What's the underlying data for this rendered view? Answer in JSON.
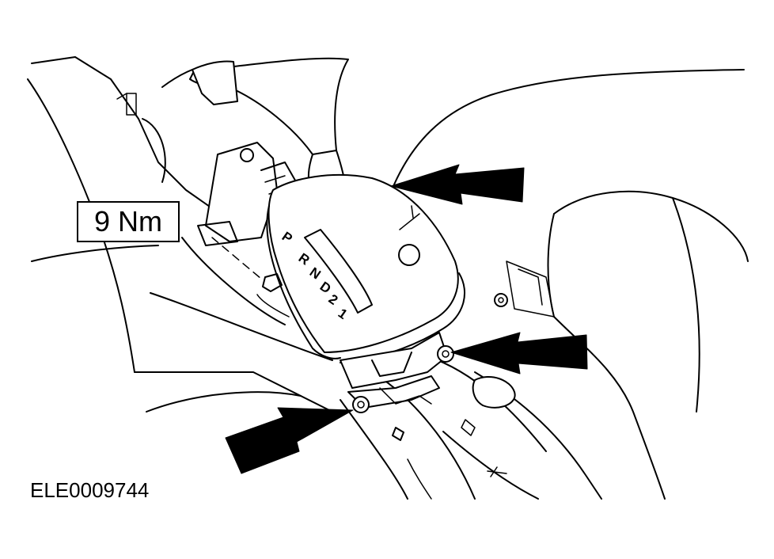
{
  "torque_label": "9 Nm",
  "figure_ref": "ELE0009744",
  "gear_positions": [
    "P",
    "R",
    "N",
    "D",
    "2",
    "1"
  ]
}
